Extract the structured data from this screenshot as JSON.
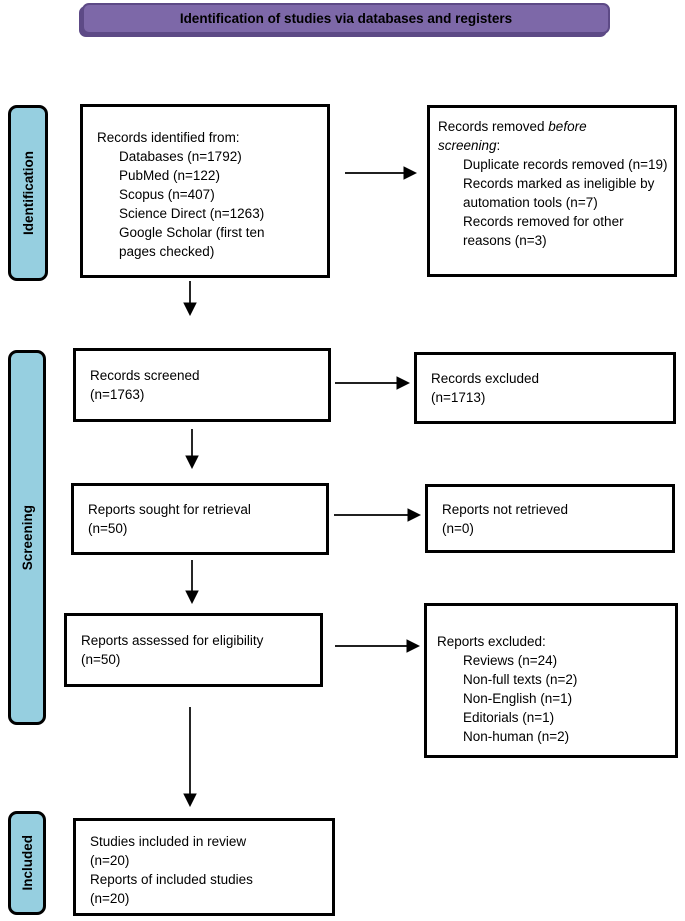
{
  "colors": {
    "header_fill": "#7d68a8",
    "header_border": "#5d4a86",
    "sidebar_fill": "#96cfe0",
    "box_border": "#000000",
    "background": "#ffffff"
  },
  "header": {
    "title": "Identification of studies via databases and registers"
  },
  "sidebar": {
    "identification": "Identification",
    "screening": "Screening",
    "included": "Included"
  },
  "boxes": {
    "records_identified": {
      "title": "Records identified from:",
      "items": [
        "Databases (n=1792)",
        "PubMed (n=122)",
        "Scopus (n=407)",
        "Science Direct (n=1263)",
        "Google Scholar (first ten pages checked)"
      ]
    },
    "records_removed": {
      "title_prefix": "Records removed ",
      "title_italic": "before screening",
      "title_suffix": ":",
      "items": [
        "Duplicate records removed (n=19)",
        "Records marked as ineligible by automation tools (n=7)",
        "Records removed for other reasons (n=3)"
      ]
    },
    "records_screened": {
      "line1": "Records screened",
      "line2": "(n=1763)"
    },
    "records_excluded": {
      "line1": "Records excluded",
      "line2": "(n=1713)"
    },
    "reports_sought": {
      "line1": "Reports sought for retrieval",
      "line2": "(n=50)"
    },
    "reports_not_retrieved": {
      "line1": "Reports not retrieved",
      "line2": "(n=0)"
    },
    "reports_assessed": {
      "line1": "Reports assessed for eligibility",
      "line2": "(n=50)"
    },
    "reports_excluded": {
      "title": "Reports excluded:",
      "items": [
        "Reviews (n=24)",
        "Non-full texts (n=2)",
        "Non-English (n=1)",
        "Editorials (n=1)",
        "Non-human (n=2)"
      ]
    },
    "studies_included": {
      "line1": "Studies included in review",
      "line2": "(n=20)",
      "line3": "Reports of included studies",
      "line4": "(n=20)"
    }
  }
}
